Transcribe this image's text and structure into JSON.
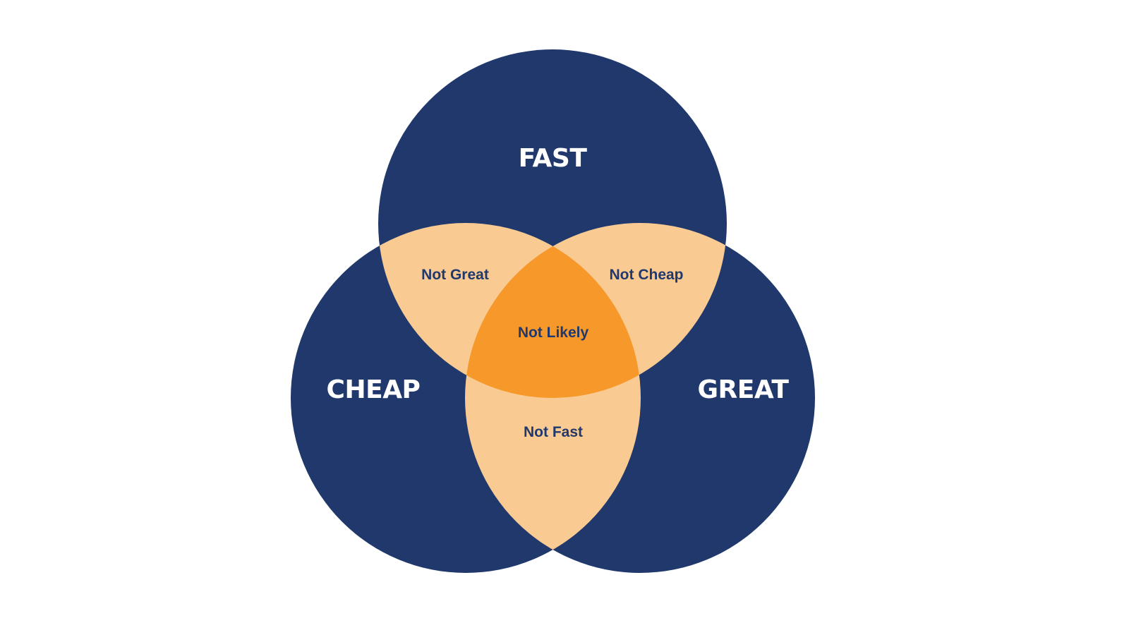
{
  "diagram": {
    "type": "venn",
    "colors": {
      "background": "#ffffff",
      "circle": "#20386c",
      "pair_overlap": "#f9cb93",
      "triple_overlap": "#f7992a",
      "set_label": "#ffffff",
      "region_label": "#20386c"
    },
    "sets": [
      {
        "id": "fast",
        "label": "FAST"
      },
      {
        "id": "cheap",
        "label": "CHEAP"
      },
      {
        "id": "great",
        "label": "GREAT"
      }
    ],
    "regions": {
      "fast_cheap": {
        "label": "Not Great"
      },
      "fast_great": {
        "label": "Not Cheap"
      },
      "cheap_great": {
        "label": "Not Fast"
      },
      "all_three": {
        "label": "Not Likely"
      }
    }
  }
}
